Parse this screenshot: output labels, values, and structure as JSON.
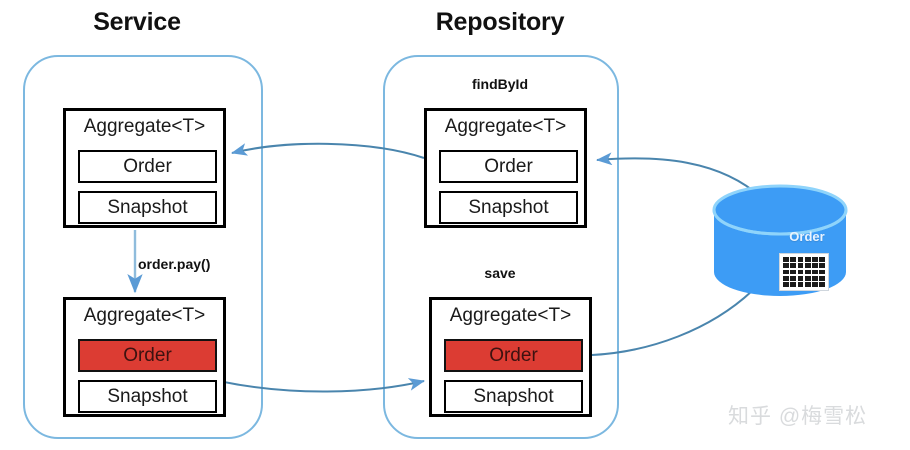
{
  "diagram": {
    "title_left": "Service",
    "title_right": "Repository",
    "method_find": "findById",
    "method_save": "save",
    "operation_label": "order.pay()",
    "aggregate_label": "Aggregate<T>",
    "field_order": "Order",
    "field_snapshot": "Snapshot",
    "database_label": "Order",
    "watermark": "知乎 @梅雪松"
  },
  "colors": {
    "accent_blue": "#5b9bd5",
    "container_stroke": "#7cb8e0",
    "database_fill": "#3d9cf5",
    "database_rim": "#8fd4fb",
    "box_stroke": "#000000",
    "highlight_red": "#dc3c33",
    "text_dark": "#111111",
    "watermark_gray": "#d9dbdd"
  },
  "boxes": {
    "service_find": {
      "aggregate": "Aggregate<T>",
      "order": "Order",
      "snapshot": "Snapshot",
      "order_highlighted": false
    },
    "service_pay": {
      "aggregate": "Aggregate<T>",
      "order": "Order",
      "snapshot": "Snapshot",
      "order_highlighted": true
    },
    "repository_find": {
      "aggregate": "Aggregate<T>",
      "order": "Order",
      "snapshot": "Snapshot",
      "order_highlighted": false
    },
    "repository_save": {
      "aggregate": "Aggregate<T>",
      "order": "Order",
      "snapshot": "Snapshot",
      "order_highlighted": true
    }
  }
}
